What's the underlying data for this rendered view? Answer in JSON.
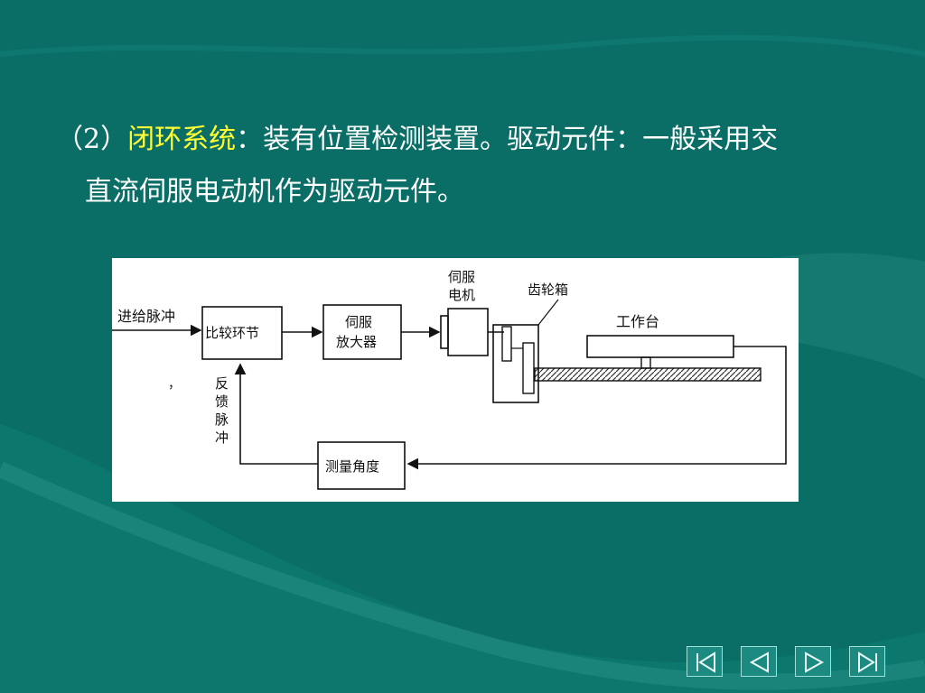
{
  "slide": {
    "text": {
      "prefix": "（2）",
      "highlight": "闭环系统",
      "line1_rest": "：装有位置检测装置。驱动元件：一般采用交",
      "line2": "直流伺服电动机作为驱动元件。"
    }
  },
  "diagram": {
    "input_label": "进给脉冲",
    "compare_block": "比较环节",
    "amp_block": [
      "伺服",
      "放大器"
    ],
    "motor_label": [
      "伺服",
      "电机"
    ],
    "gearbox_label": "齿轮箱",
    "table_label": "工作台",
    "measure_block": "测量角度",
    "feedback_label": [
      "反",
      "馈",
      "脉",
      "冲"
    ],
    "stray_mark": "，"
  },
  "nav": {
    "buttons": [
      "first",
      "previous",
      "next",
      "last"
    ]
  },
  "colors": {
    "background": "#0a6e66",
    "highlight": "#ffff33",
    "text": "#ffffff"
  }
}
